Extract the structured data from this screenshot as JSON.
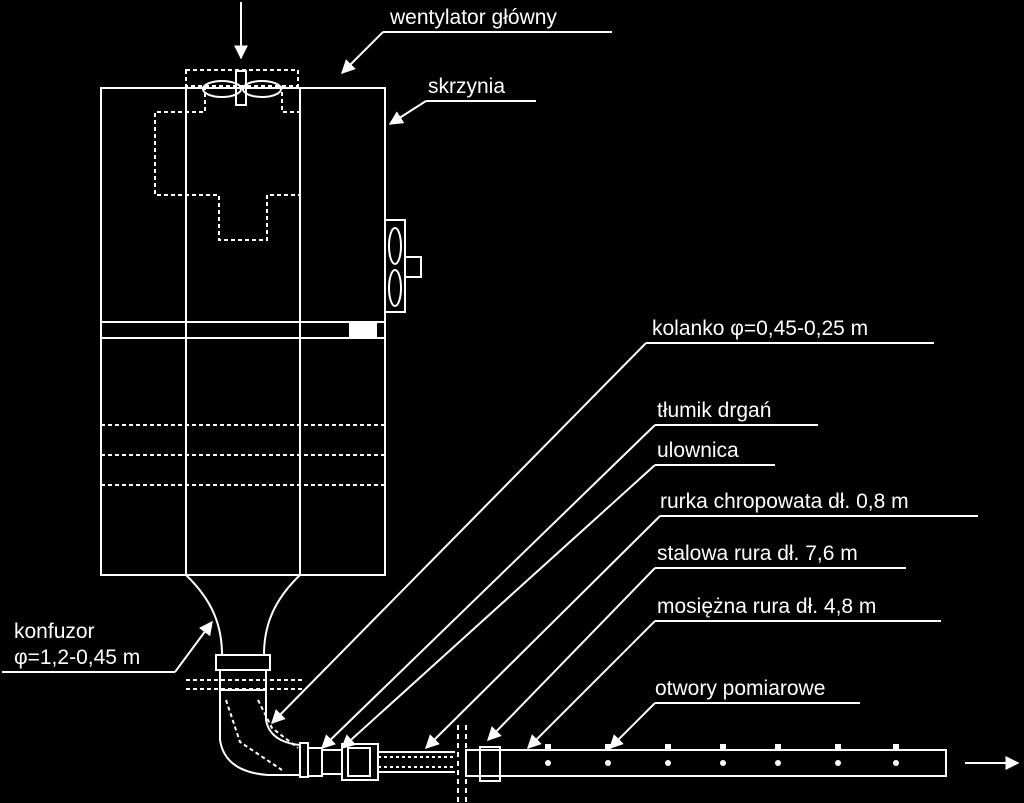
{
  "diagram": {
    "colors": {
      "background": "#000000",
      "line": "#ffffff"
    },
    "labels": {
      "main_fan": "wentylator główny",
      "box": "skrzynia",
      "elbow": "kolanko φ=0,45-0,25 m",
      "damper": "tłumik drgań",
      "flow_straightener": "ulownica",
      "rough_pipe": "rurka chropowata dł. 0,8 m",
      "steel_pipe": "stalowa rura dł. 7,6 m",
      "brass_pipe": "mosiężna rura dł. 4,8 m",
      "measurement_holes": "otwory pomiarowe",
      "confusor_line1": "konfuzor",
      "confusor_line2": "φ=1,2-0,45 m"
    },
    "icons": [
      "flow-in-arrow-icon",
      "flow-out-arrow-icon",
      "fan-icon",
      "side-fan-icon"
    ]
  }
}
